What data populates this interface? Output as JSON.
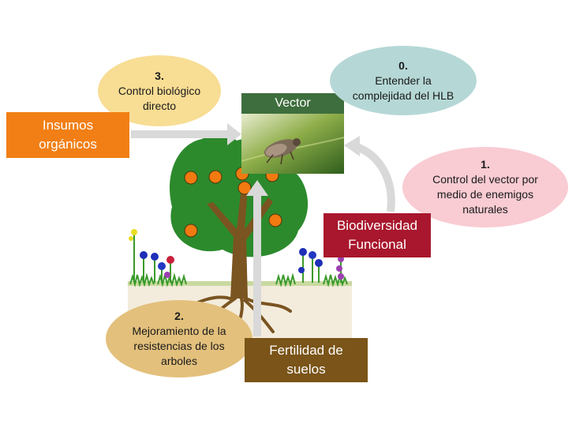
{
  "vector": {
    "title": "Vector",
    "image": "psyllid-insect-on-leaf-photo"
  },
  "goals": [
    {
      "number": "0.",
      "lines": [
        "Entender la",
        "complejidad del HLB"
      ]
    },
    {
      "number": "1.",
      "lines": [
        "Control del vector por",
        "medio de enemigos",
        "naturales"
      ]
    },
    {
      "number": "2.",
      "lines": [
        "Mejoramiento de la",
        "resistencias de los",
        "arboles"
      ]
    },
    {
      "number": "3.",
      "lines": [
        "Control biológico",
        "directo"
      ]
    }
  ],
  "inputs": {
    "insumos": {
      "lines": [
        "Insumos",
        "orgánicos"
      ]
    },
    "biodiversidad": {
      "lines": [
        "Biodiversidad",
        "Funcional"
      ]
    },
    "fertilidad": {
      "lines": [
        "Fertilidad de",
        "suelos"
      ]
    }
  },
  "colors": {
    "insumos": "#f17f15",
    "biodiversidad": "#a8172d",
    "fertilidad": "#7a5418",
    "vector_header": "#3e6e3d",
    "goal_0": "#b5d8d6",
    "goal_1": "#f9cbd3",
    "goal_2": "#e3c07c",
    "goal_3": "#f8dd94",
    "arrows": "#d9d9d9",
    "foliage": "#2c8a2c",
    "fruit": "#f27a10",
    "trunk": "#7a5421"
  },
  "icons": [
    "orange-tree-icon",
    "flower-cluster-icon",
    "soil-strip-icon",
    "arrow-icon"
  ]
}
